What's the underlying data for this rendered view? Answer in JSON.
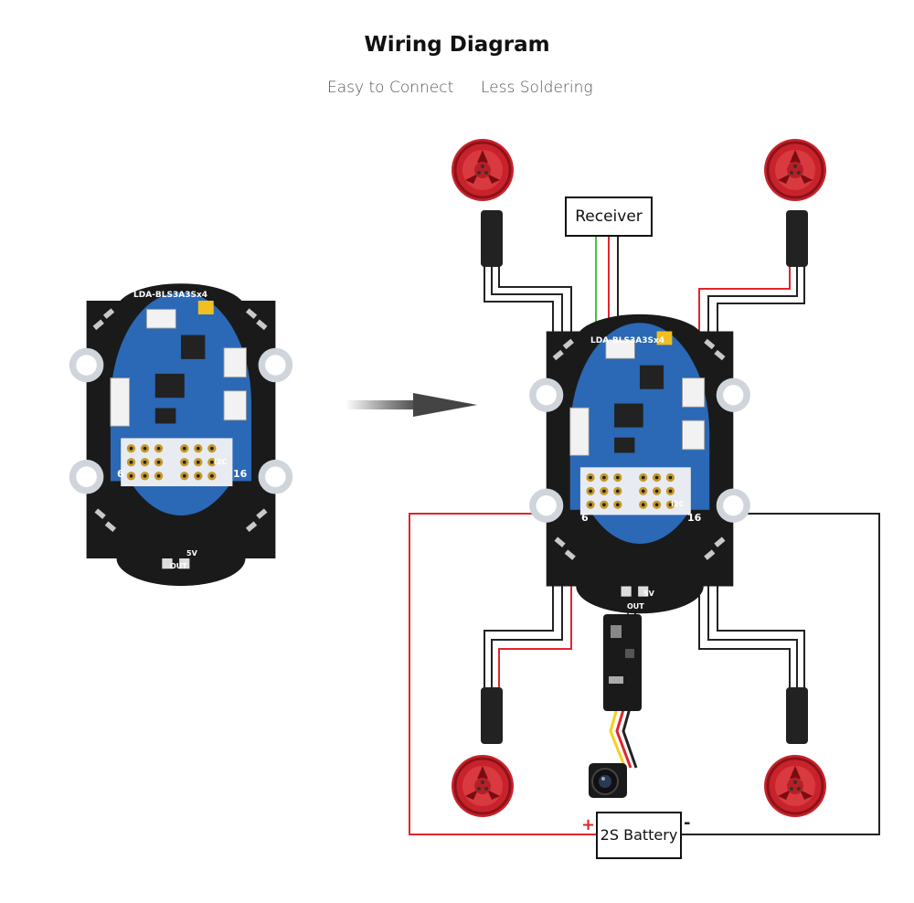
{
  "header": {
    "title": "Wiring Diagram",
    "tagline_left": "Easy to Connect",
    "tagline_right": "Less Soldering"
  },
  "diagram": {
    "receiver_label": "Receiver",
    "battery_label": "2S Battery",
    "battery_plus": "+",
    "battery_minus": "-",
    "board_label_top": "LDA-BLS3A3Sx4",
    "pad_6": "6",
    "pad_16": "16",
    "pad_i2c": "I2C",
    "pad_5v": "5V",
    "pad_out": "OUT",
    "colors": {
      "motor_red": "#c8232c",
      "pcb_blue": "#2b68b5",
      "pcb_black": "#1a1a1a",
      "wire_red": "#e0262b",
      "wire_green": "#43c43a",
      "wire_black": "#222222"
    }
  }
}
